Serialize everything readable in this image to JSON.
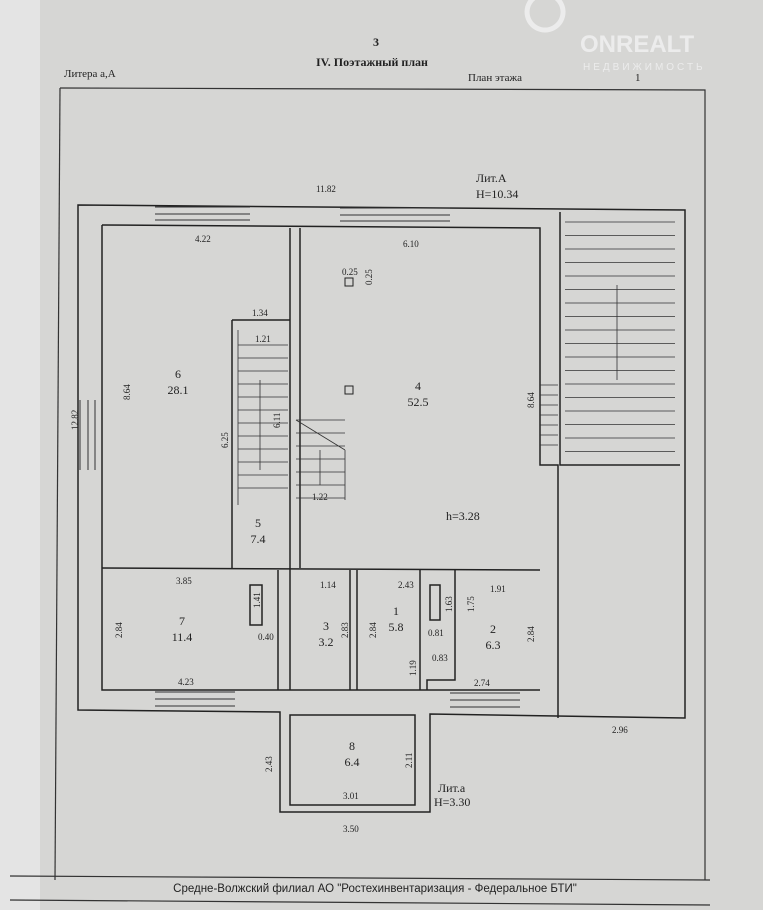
{
  "header": {
    "page_number": "3",
    "title": "IV. Поэтажный план",
    "litera": "Литера а,А",
    "floor_label": "План этажа",
    "floor_number": "1"
  },
  "watermark": {
    "brand": "ONREALT",
    "subtitle": "НЕДВИЖИМОСТЬ"
  },
  "building_A": {
    "label": "Лит.А",
    "height": "H=10.34"
  },
  "building_a": {
    "label": "Лит.а",
    "height": "H=3.30"
  },
  "rooms": [
    {
      "number": "6",
      "area": "28.1"
    },
    {
      "number": "4",
      "area": "52.5"
    },
    {
      "number": "5",
      "area": "7.4"
    },
    {
      "number": "7",
      "area": "11.4"
    },
    {
      "number": "3",
      "area": "3.2"
    },
    {
      "number": "1",
      "area": "5.8"
    },
    {
      "number": "2",
      "area": "6.3"
    },
    {
      "number": "8",
      "area": "6.4"
    }
  ],
  "room4_height": "h=3.28",
  "dimensions": {
    "top_total": "11.82",
    "room6_width": "4.22",
    "room4_width": "6.10",
    "col1": "0.25",
    "col2": "0.25",
    "stair_w1": "1.34",
    "stair_w2": "1.21",
    "left_total": "12.82",
    "room6_height": "8.64",
    "stair_h1": "6.25",
    "stair_h2": "6.11",
    "stair_w3": "1.22",
    "room4_height": "8.64",
    "r7_width": "3.85",
    "r7_w2": "1.41",
    "r7_w3": "0.40",
    "r7_height": "2.84",
    "r7_bottom": "4.23",
    "r3_width": "1.14",
    "r3_height": "2.83",
    "r1_width": "2.43",
    "r1_height": "2.84",
    "r1_w2": "1.63",
    "r1_w3": "0.81",
    "r1_w4": "1.19",
    "r1_w5": "0.83",
    "r2_width": "1.91",
    "r2_h1": "1.75",
    "r2_height": "2.84",
    "r2_bottom": "2.74",
    "right_bottom": "2.96",
    "r8_left": "2.43",
    "r8_right": "2.11",
    "r8_inner": "3.01",
    "r8_outer": "3.50"
  },
  "footer": {
    "organization": "Средне-Волжский филиал АО  \"Ростехинвентаризация - Федеральное БТИ\""
  }
}
